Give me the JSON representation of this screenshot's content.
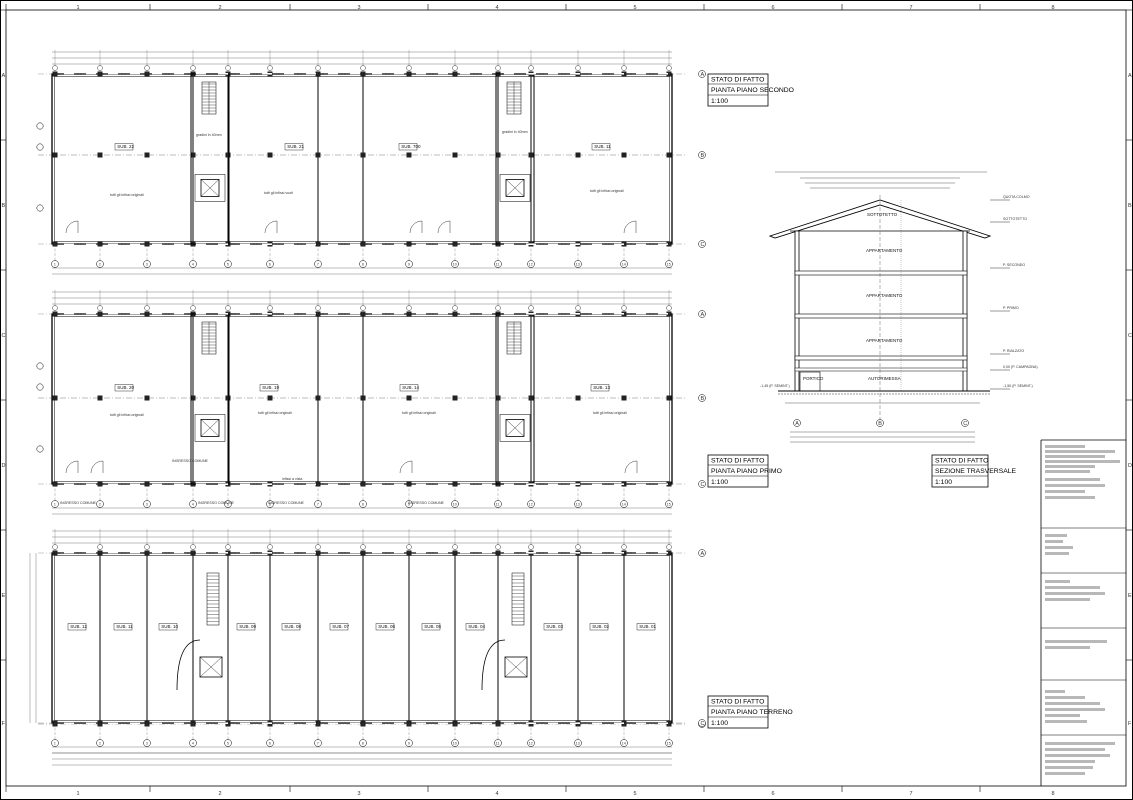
{
  "border": {
    "cols": [
      "1",
      "2",
      "3",
      "4",
      "5",
      "6",
      "7",
      "8"
    ],
    "rows": [
      "A",
      "B",
      "C",
      "D",
      "E",
      "F"
    ]
  },
  "plans": [
    {
      "id": "secondo",
      "title_lines": [
        "STATO DI FATTO",
        "PIANTA PIANO SECONDO",
        "1:100"
      ],
      "units": [
        "SUB. 22",
        "SUB. 21",
        "SUB. 700",
        "SUB. 11"
      ],
      "notes": [
        "tutti gli infissi originali",
        "tutti gli infissi vuoti",
        "gradini in 40mm"
      ]
    },
    {
      "id": "primo",
      "title_lines": [
        "STATO DI FATTO",
        "PIANTA PIANO PRIMO",
        "1:100"
      ],
      "units": [
        "SUB. 20",
        "SUB. 19",
        "SUB. 14",
        "SUB. 13"
      ],
      "notes": [
        "tutti gli infissi originali",
        "INGRESSO COMUNE",
        "infissi a vista"
      ]
    },
    {
      "id": "terreno",
      "title_lines": [
        "STATO DI FATTO",
        "PIANTA PIANO TERRENO",
        "1:100"
      ],
      "units": [
        "SUB. 12",
        "SUB. 11",
        "SUB. 10",
        "SUB. 09",
        "SUB. 08",
        "SUB. 07",
        "SUB. 06",
        "SUB. 05",
        "SUB. 04",
        "SUB. 03",
        "SUB. 02",
        "SUB. 01"
      ]
    }
  ],
  "section": {
    "title_lines": [
      "STATO DI FATTO",
      "SEZIONE TRASVERSALE",
      "1:100"
    ],
    "rooms": [
      "SOTTOTETTO",
      "APPARTAMENTO",
      "APPARTAMENTO",
      "APPARTAMENTO",
      "PORTICO",
      "AUTORIMESSA"
    ],
    "levels": [
      "QUOTA COLMO",
      "SOTTOTETTO",
      "P. SECONDO",
      "P. PRIMO",
      "P. RIALZATO",
      "0,00 (P. CAMPAGNA)",
      "-1,50 (P. SEMINT.)",
      "-1,45 (P. SEMINT.)"
    ],
    "axes": [
      "A",
      "B",
      "C"
    ]
  },
  "grid_axes": [
    "1",
    "2",
    "3",
    "4",
    "5",
    "6",
    "7",
    "8",
    "9",
    "10",
    "11",
    "12",
    "13",
    "14",
    "15"
  ],
  "row_axes": [
    "A",
    "B",
    "C"
  ]
}
